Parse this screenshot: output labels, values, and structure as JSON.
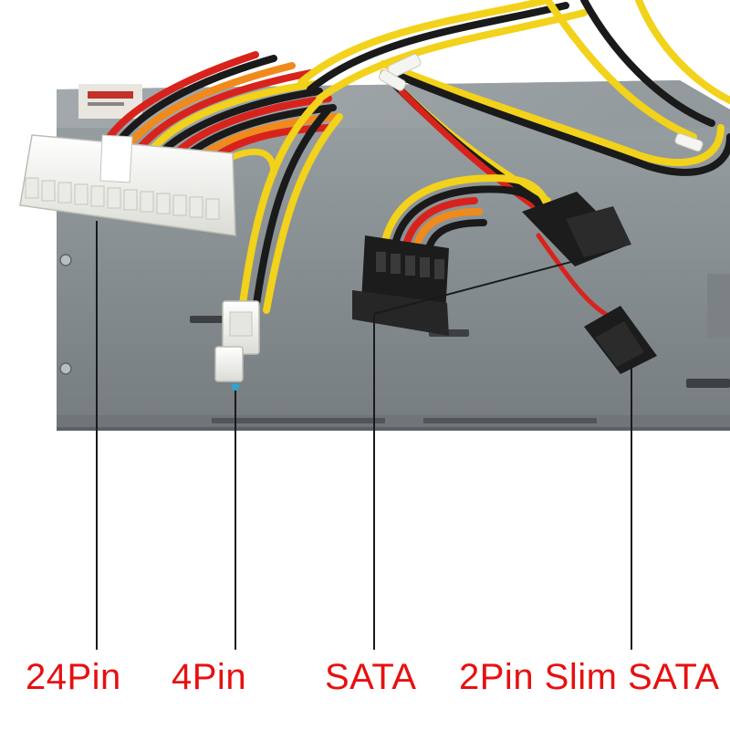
{
  "labels": {
    "pin24": "24Pin",
    "pin4": "4Pin",
    "sata": "SATA",
    "slim_sata": "2Pin Slim SATA"
  },
  "colors": {
    "label_text": "#e81010",
    "psu_housing": "#8a9194",
    "wire_yellow": "#f2d21a",
    "wire_red": "#d8231c",
    "wire_black": "#1a1a1a",
    "wire_orange": "#f08a1c",
    "connector_white": "#f4f4f1",
    "connector_black": "#1c1c1c"
  }
}
